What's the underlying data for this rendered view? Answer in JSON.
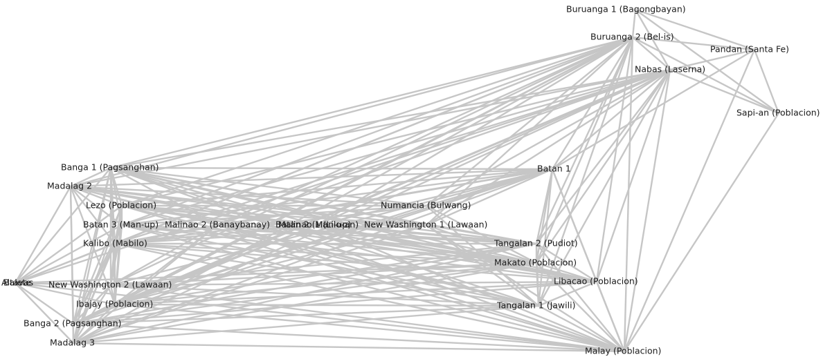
{
  "network": {
    "edge_color": "#c6c6c6",
    "label_color": "#1a1a1a",
    "nodes": [
      {
        "id": "buruanga1",
        "label": "Buruanga 1 (Bagongbayan)"
      },
      {
        "id": "buruanga2",
        "label": "Buruanga 2 (Bel-is)"
      },
      {
        "id": "pandan",
        "label": "Pandan (Santa Fe)"
      },
      {
        "id": "nabas",
        "label": "Nabas (Laserna)"
      },
      {
        "id": "sapian",
        "label": "Sapi-an (Poblacion)"
      },
      {
        "id": "banga1",
        "label": "Banga 1 (Pagsanghan)"
      },
      {
        "id": "batan1",
        "label": "Batan 1"
      },
      {
        "id": "madalag2",
        "label": "Madalag 2"
      },
      {
        "id": "lezo",
        "label": "Lezo (Poblacion)"
      },
      {
        "id": "numancia",
        "label": "Numancia (Bulwang)"
      },
      {
        "id": "batan3",
        "label": "Batan 3 (Man-up)"
      },
      {
        "id": "malinao2",
        "label": "Malinao 2 (Banaybanay)"
      },
      {
        "id": "batan2",
        "label": "Batan 2 (Man-up)"
      },
      {
        "id": "malinao1",
        "label": "Malinao 1 (Lilo-an)"
      },
      {
        "id": "newwash1",
        "label": "New Washington 1 (Lawaan)"
      },
      {
        "id": "kalibo",
        "label": "Kalibo (Mabilo)"
      },
      {
        "id": "tangalan2",
        "label": "Tangalan 2 (Pudiot)"
      },
      {
        "id": "makato",
        "label": "Makato (Poblacion)"
      },
      {
        "id": "altavas",
        "label": "Altavas"
      },
      {
        "id": "balete",
        "label": "Balete"
      },
      {
        "id": "newwash2",
        "label": "New Washington 2 (Lawaan)"
      },
      {
        "id": "libacao",
        "label": "Libacao (Poblacion)"
      },
      {
        "id": "ibajay",
        "label": "Ibajay (Poblacion)"
      },
      {
        "id": "tangalan1",
        "label": "Tangalan 1 (Jawili)"
      },
      {
        "id": "banga2",
        "label": "Banga 2 (Pagsanghan)"
      },
      {
        "id": "madalag3",
        "label": "Madalag 3"
      },
      {
        "id": "malay",
        "label": "Malay (Poblacion)"
      }
    ]
  }
}
